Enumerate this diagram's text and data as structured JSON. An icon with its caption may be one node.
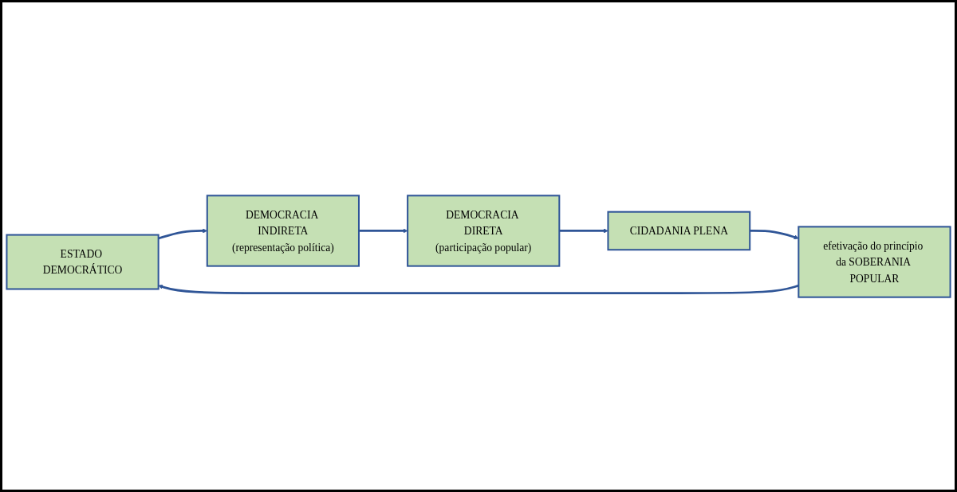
{
  "diagram": {
    "nodes": [
      {
        "text": [
          "ESTADO DEMOCRÁTICO"
        ]
      },
      {
        "text": [
          "DEMOCRACIA INDIRETA",
          "(representação política)"
        ]
      },
      {
        "text": [
          "DEMOCRACIA DIRETA",
          "(participação popular)"
        ]
      },
      {
        "text": [
          "efetivação do princípio da SOBERANIA POPULAR"
        ]
      },
      {
        "text": [
          "CIDADANIA PLENA"
        ]
      }
    ],
    "edges": [
      {
        "from": 0,
        "to": 1,
        "arrow": "to"
      },
      {
        "from": 1,
        "to": 2,
        "arrow": "to"
      },
      {
        "from": 2,
        "to": 4,
        "arrow": "to"
      },
      {
        "from": 4,
        "to": 3,
        "arrow": "to"
      },
      {
        "from": 3,
        "to": 0,
        "arrow": "to"
      }
    ]
  }
}
